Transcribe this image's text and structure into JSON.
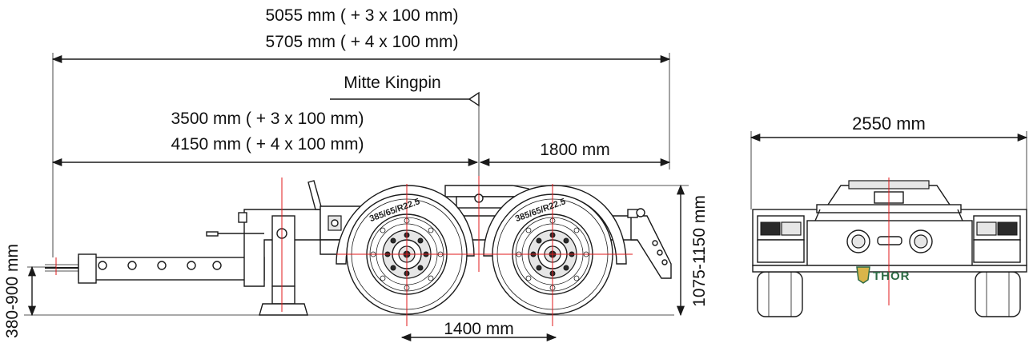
{
  "dimensions": {
    "overall_length_line1": "5055 mm ( + 3 x 100 mm)",
    "overall_length_line2": "5705 mm ( + 4 x 100 mm)",
    "kingpin_label": "Mitte Kingpin",
    "kingpin_dist_line1": "3500 mm ( + 3 x 100 mm)",
    "kingpin_dist_line2": "4150 mm ( + 4 x 100 mm)",
    "rear_overhang": "1800 mm",
    "axle_spacing": "1400 mm",
    "height_range": "1075-1150 mm",
    "drawbar_height": "380-900 mm",
    "width": "2550 mm"
  },
  "tire_label": "385/65/R22.5",
  "logo": {
    "text": "THOR",
    "color": "#2e6b45",
    "accent": "#d9b54a"
  },
  "colors": {
    "center_lines": "#e0181b",
    "lines": "#1a1a1a"
  }
}
